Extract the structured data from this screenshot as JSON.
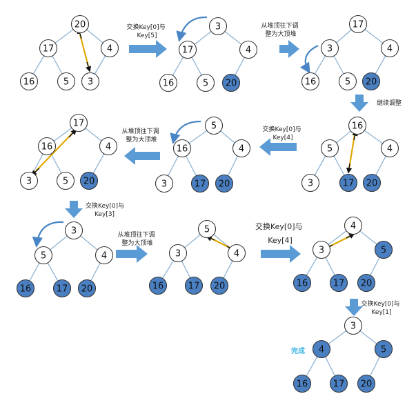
{
  "colors": {
    "node_fill": "#ffffff",
    "node_done_fill": "#4a7fc1",
    "node_stroke": "#333333",
    "edge": "#8fb3d3",
    "block_arrow": "#5b9bd5",
    "swap_arrow": "#e0a800",
    "curve_arrow": "#4a86c5",
    "done_label": "#41b6e6"
  },
  "labels": {
    "swap_0_5": [
      "交换Key[0]与",
      "Key[5]"
    ],
    "adjust_1": [
      "从堆顶往下调",
      "整为大顶堆"
    ],
    "continue": "继续调整",
    "swap_0_4a": [
      "交换Key[0]与",
      "Key[4]"
    ],
    "adjust_2": [
      "从堆顶往下调",
      "整为大顶堆"
    ],
    "swap_0_3": [
      "交换Key[0]与",
      "Key[3]"
    ],
    "adjust_3": [
      "从堆顶往下调",
      "整为大顶堆"
    ],
    "swap_0_4b": [
      "交换Key[0]与",
      "Key[4]"
    ],
    "swap_0_1": [
      "交换Key[0]与",
      "Key[1]"
    ],
    "done": "完成"
  },
  "trees": [
    {
      "name": "tree-1",
      "values": [
        "20",
        "17",
        "4",
        "16",
        "5",
        "3"
      ],
      "done": []
    },
    {
      "name": "tree-2",
      "values": [
        "3",
        "17",
        "4",
        "16",
        "5",
        "20"
      ],
      "done": [
        5
      ]
    },
    {
      "name": "tree-3",
      "values": [
        "17",
        "3",
        "4",
        "16",
        "5",
        "20"
      ],
      "done": [
        5
      ]
    },
    {
      "name": "tree-4",
      "values": [
        "17",
        "16",
        "4",
        "3",
        "5",
        "20"
      ],
      "done": [
        5
      ]
    },
    {
      "name": "tree-5",
      "values": [
        "5",
        "16",
        "4",
        "3",
        "17",
        "20"
      ],
      "done": [
        4,
        5
      ]
    },
    {
      "name": "tree-6",
      "values": [
        "16",
        "5",
        "4",
        "3",
        "17",
        "20"
      ],
      "done": [
        4,
        5
      ]
    },
    {
      "name": "tree-7",
      "values": [
        "3",
        "5",
        "4",
        "16",
        "17",
        "20"
      ],
      "done": [
        3,
        4,
        5
      ]
    },
    {
      "name": "tree-8",
      "values": [
        "5",
        "3",
        "4",
        "16",
        "17",
        "20"
      ],
      "done": [
        3,
        4,
        5
      ]
    },
    {
      "name": "tree-9",
      "values": [
        "4",
        "3",
        "5",
        "16",
        "17",
        "20"
      ],
      "done": [
        2,
        3,
        4,
        5
      ]
    },
    {
      "name": "tree-10",
      "values": [
        "3",
        "4",
        "5",
        "16",
        "17",
        "20"
      ],
      "done": [
        1,
        2,
        3,
        4,
        5
      ]
    }
  ]
}
